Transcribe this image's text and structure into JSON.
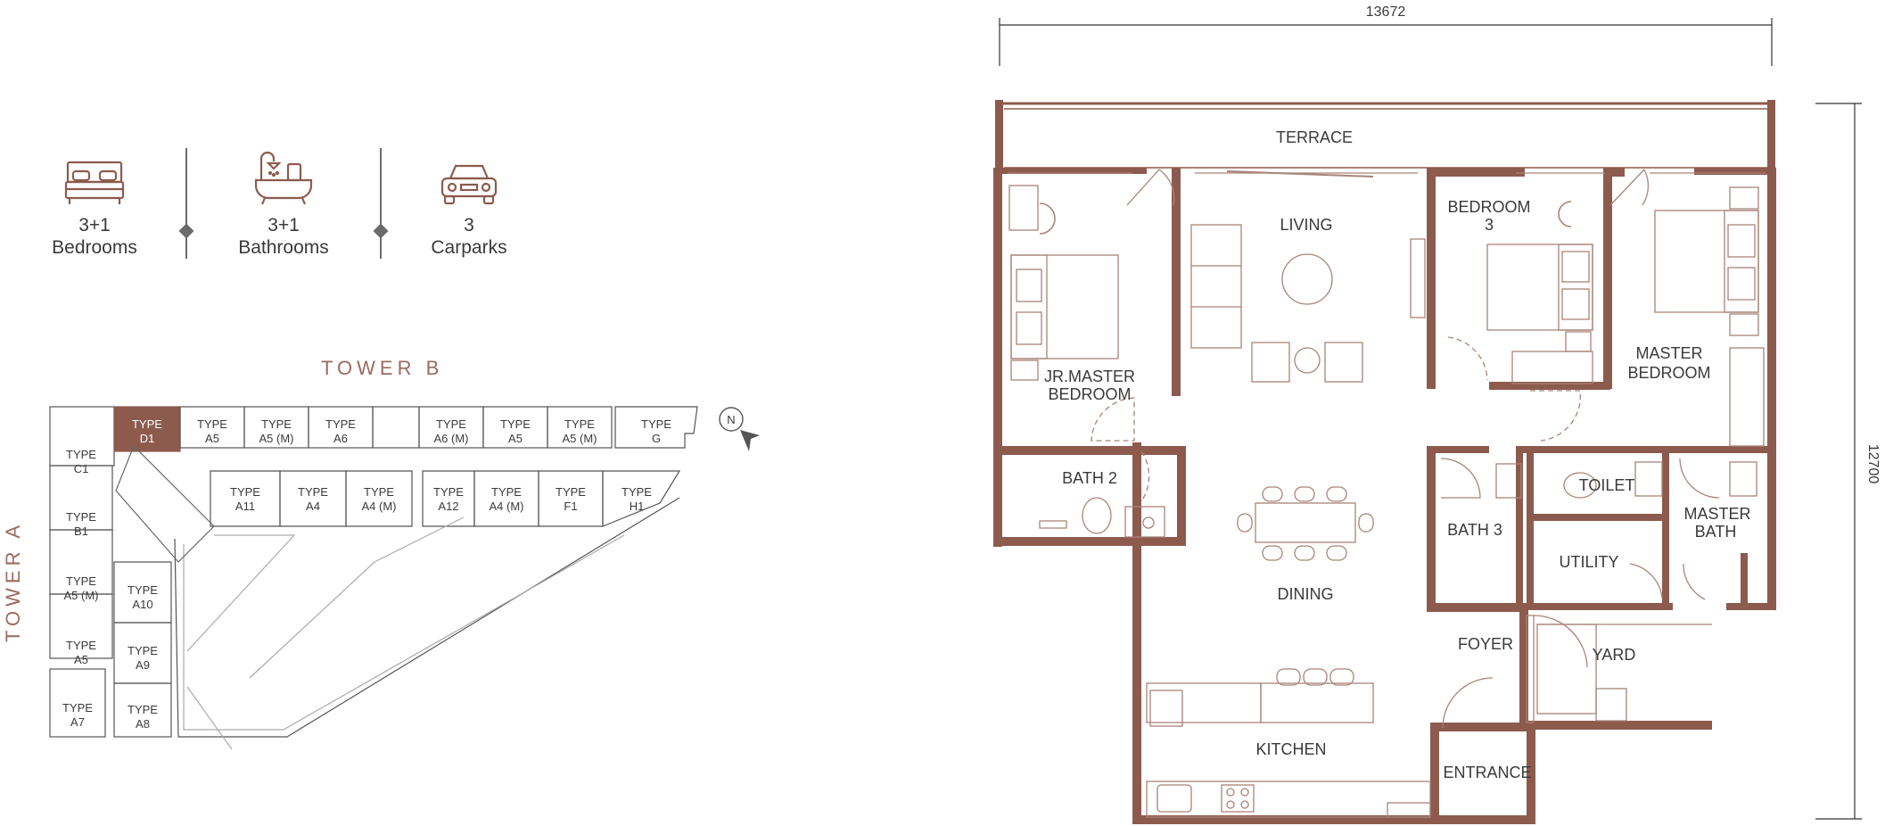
{
  "features": [
    {
      "value": "3+1",
      "label": "Bedrooms",
      "icon": "bed-icon"
    },
    {
      "value": "3+1",
      "label": "Bathrooms",
      "icon": "bathtub-icon"
    },
    {
      "value": "3",
      "label": "Carparks",
      "icon": "car-icon"
    }
  ],
  "towers": {
    "b": "TOWER B",
    "a": "TOWER A"
  },
  "compass": "N",
  "keyplan": {
    "top_row": [
      {
        "id": "d1",
        "label": [
          "TYPE",
          "D1"
        ],
        "highlight": true
      },
      {
        "id": "a5-top",
        "label": [
          "TYPE",
          "A5"
        ]
      },
      {
        "id": "a5m-top",
        "label": [
          "TYPE",
          "A5 (M)"
        ]
      },
      {
        "id": "a6",
        "label": [
          "TYPE",
          "A6"
        ]
      },
      {
        "id": "a6m",
        "label": [
          "TYPE",
          "A6 (M)"
        ]
      },
      {
        "id": "a5-top2",
        "label": [
          "TYPE",
          "A5"
        ]
      },
      {
        "id": "a5m-top2",
        "label": [
          "TYPE",
          "A5 (M)"
        ]
      },
      {
        "id": "g",
        "label": [
          "TYPE",
          "G"
        ]
      }
    ],
    "second_row": [
      {
        "id": "a11",
        "label": [
          "TYPE",
          "A11"
        ]
      },
      {
        "id": "a4",
        "label": [
          "TYPE",
          "A4"
        ]
      },
      {
        "id": "a4m",
        "label": [
          "TYPE",
          "A4 (M)"
        ]
      },
      {
        "id": "a12",
        "label": [
          "TYPE",
          "A12"
        ]
      },
      {
        "id": "a4m-2",
        "label": [
          "TYPE",
          "A4 (M)"
        ]
      },
      {
        "id": "f1",
        "label": [
          "TYPE",
          "F1"
        ]
      },
      {
        "id": "h1",
        "label": [
          "TYPE",
          "H1"
        ]
      }
    ],
    "left_col": [
      {
        "id": "c1",
        "label": [
          "TYPE",
          "C1"
        ]
      },
      {
        "id": "b1",
        "label": [
          "TYPE",
          "B1"
        ]
      },
      {
        "id": "a5m-left",
        "label": [
          "TYPE",
          "A5 (M)"
        ]
      },
      {
        "id": "a5-left",
        "label": [
          "TYPE",
          "A5"
        ]
      },
      {
        "id": "a7",
        "label": [
          "TYPE",
          "A7"
        ]
      }
    ],
    "inner_col": [
      {
        "id": "a10",
        "label": [
          "TYPE",
          "A10"
        ]
      },
      {
        "id": "a9",
        "label": [
          "TYPE",
          "A9"
        ]
      },
      {
        "id": "a8",
        "label": [
          "TYPE",
          "A8"
        ]
      }
    ]
  },
  "floorplan": {
    "dim_width": "13672",
    "dim_height": "12700",
    "rooms": {
      "terrace": "TERRACE",
      "living": "LIVING",
      "bedroom3": [
        "BEDROOM",
        "3"
      ],
      "jr_master": [
        "JR.MASTER",
        "BEDROOM"
      ],
      "master": [
        "MASTER",
        "BEDROOM"
      ],
      "bath2": "BATH 2",
      "toilet": "TOILET",
      "bath3": "BATH 3",
      "utility": "UTILITY",
      "master_bath": [
        "MASTER",
        "BATH"
      ],
      "dining": "DINING",
      "foyer": "FOYER",
      "yard": "YARD",
      "kitchen": "KITCHEN",
      "entrance": "ENTRANCE"
    }
  },
  "colors": {
    "accent": "#9a6b5e",
    "wall": "#8c5b4e",
    "line": "#a88478",
    "text": "#3a3a3a"
  }
}
